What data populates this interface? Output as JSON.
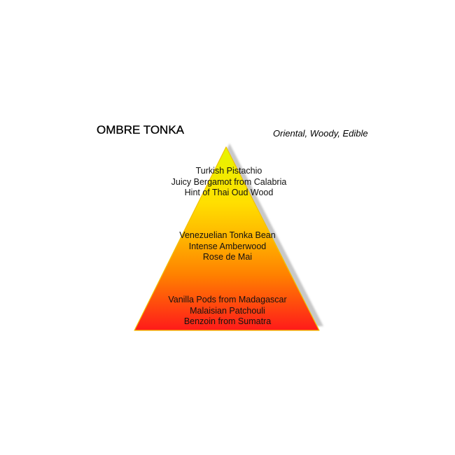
{
  "header": {
    "title": "OMBRE TONKA",
    "subtitle": "Oriental, Woody, Edible"
  },
  "pyramid": {
    "colors": {
      "top": "#e6f500",
      "upper_middle": "#ffd400",
      "middle": "#ffa000",
      "lower_middle": "#ff7a00",
      "bottom": "#ff1a1a",
      "outline": "#f0c000",
      "shadow": "#c8c8c8"
    },
    "tiers": [
      {
        "name": "top-notes",
        "notes": [
          "Turkish Pistachio",
          "Juicy Bergamot from Calabria",
          "Hint of Thai Oud Wood"
        ]
      },
      {
        "name": "heart-notes",
        "notes": [
          "Venezuelian Tonka Bean",
          "Intense Amberwood",
          "Rose de Mai"
        ]
      },
      {
        "name": "base-notes",
        "notes": [
          "Vanilla Pods from Madagascar",
          "Malaisian Patchouli",
          "Benzoin from Sumatra"
        ]
      }
    ]
  }
}
